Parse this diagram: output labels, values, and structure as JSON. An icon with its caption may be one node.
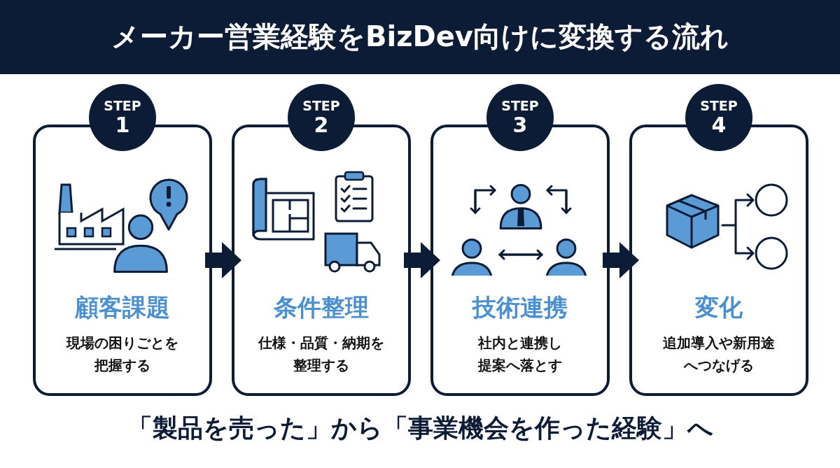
{
  "diagram": {
    "title": "メーカー営業経験をBizDev向けに変換する流れ",
    "nodes": [
      {
        "text": [
          "STEP",
          "1",
          "顧客課題",
          "現場の困りごとを把握する"
        ]
      },
      {
        "text": [
          "STEP",
          "2",
          "条件整理",
          "仕様・品質・納期を整理する"
        ]
      },
      {
        "text": [
          "STEP",
          "3",
          "技術連携",
          "社内と連携し提案へ落とす"
        ]
      },
      {
        "text": [
          "STEP",
          "4",
          "変化",
          "追加導入や新用途へつなげる"
        ]
      }
    ],
    "edges": [
      {
        "from": 0,
        "to": 1,
        "arrow": "to"
      },
      {
        "from": 1,
        "to": 2,
        "arrow": "to"
      },
      {
        "from": 2,
        "to": 3,
        "arrow": "to"
      }
    ],
    "caption": "「製品を売った」から「事業機会を作った経験」へ"
  }
}
